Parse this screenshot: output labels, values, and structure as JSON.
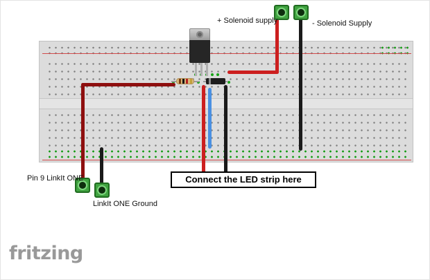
{
  "labels": {
    "solenoid_plus": "+ Solenoid supply",
    "solenoid_minus": "- Solenoid Supply",
    "pin9": "Pin 9 LinkIt ONE",
    "linkit_ground": "LinkIt ONE Ground",
    "led_note": "Connect the LED strip here"
  },
  "logo_text": "fritzing",
  "colors": {
    "wire_red_bright": "#cc1f1f",
    "wire_red_dark": "#8e0f0f",
    "wire_black": "#1a1a1a",
    "wire_blue": "#4a90e2",
    "terminal_green": "#41a341",
    "hole_highlight_green": "#17a317",
    "board_gray": "#dcdcdc",
    "rail_stripe_red": "#d04a4a"
  },
  "components": [
    "breadboard",
    "to220-transistor",
    "resistor",
    "diode",
    "screw-terminal-solenoid-plus",
    "screw-terminal-solenoid-minus",
    "screw-terminal-pin9",
    "screw-terminal-ground"
  ]
}
